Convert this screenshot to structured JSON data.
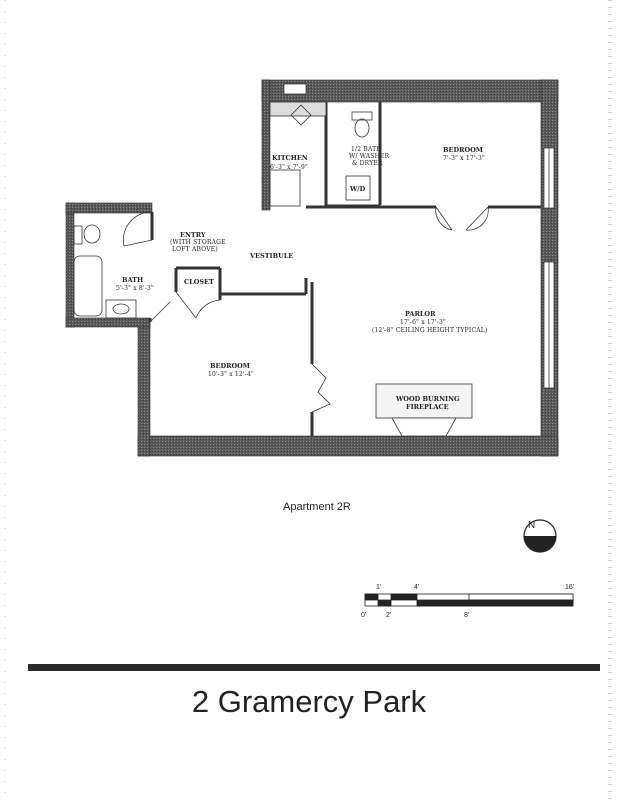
{
  "floorplan": {
    "apartment_label": "Apartment 2R",
    "rooms": {
      "kitchen": {
        "name": "KITCHEN",
        "dims": "6'-3\" x 7'-9\""
      },
      "half_bath": {
        "name": "1/2 BATH",
        "line2": "W/ WASHER",
        "line3": "& DRYER"
      },
      "wd": "W/D",
      "bedroom_top": {
        "name": "BEDROOM",
        "dims": "7'-3\" x 17'-3\""
      },
      "entry": {
        "name": "ENTRY",
        "line2": "(WITH STORAGE",
        "line3": "LOFT ABOVE)"
      },
      "vestibule": "VESTIBULE",
      "bath": {
        "name": "BATH",
        "dims": "5'-3\" x 8'-3\""
      },
      "closet": "CLOSET",
      "parlor": {
        "name": "PARLOR",
        "dims": "17'-6\" x 17'-3\"",
        "note": "(12'-8\" CEILING HEIGHT TYPICAL)"
      },
      "bedroom_bottom": {
        "name": "BEDROOM",
        "dims": "10'-3\" x 12'-4\""
      },
      "fireplace": {
        "line1": "WOOD BURNING",
        "line2": "FIREPLACE"
      }
    }
  },
  "compass": {
    "label": "N"
  },
  "scale_bar": {
    "top_labels": [
      "1'",
      "4'",
      "16'"
    ],
    "bottom_labels": [
      "0'",
      "2'",
      "8'"
    ]
  },
  "building_title": "2 Gramercy Park"
}
